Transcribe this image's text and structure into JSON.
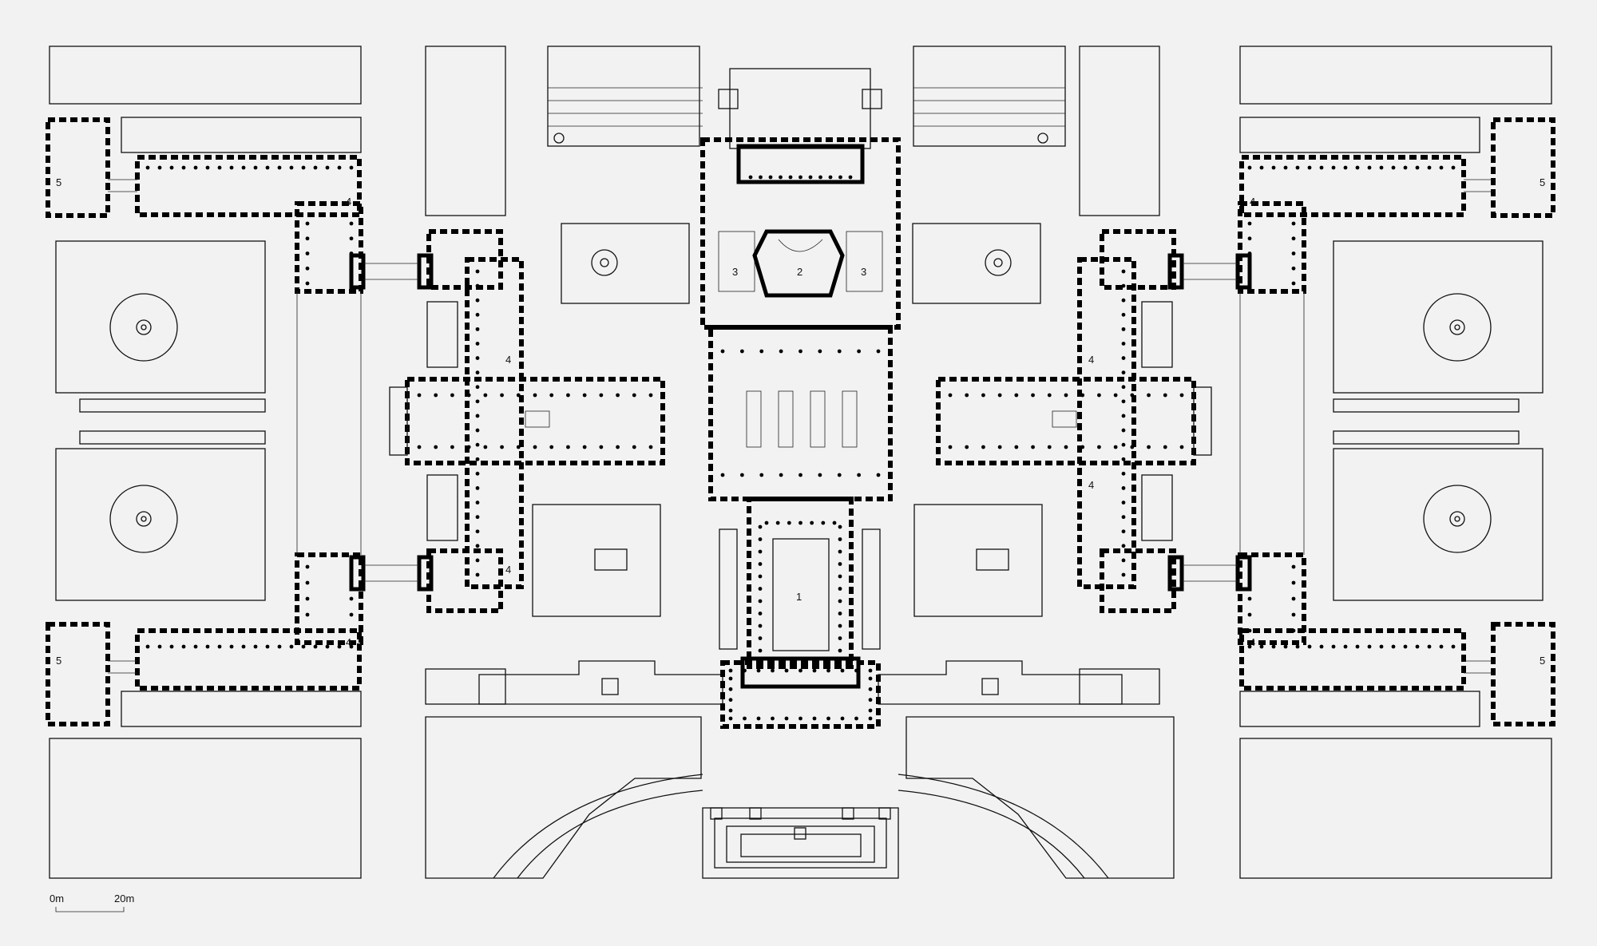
{
  "plan": {
    "room_labels": {
      "r1": "1",
      "r2": "2",
      "r3": "3",
      "r4": "4",
      "r5": "5"
    },
    "scale_bar": {
      "start_label": "0m",
      "end_label": "20m"
    }
  }
}
